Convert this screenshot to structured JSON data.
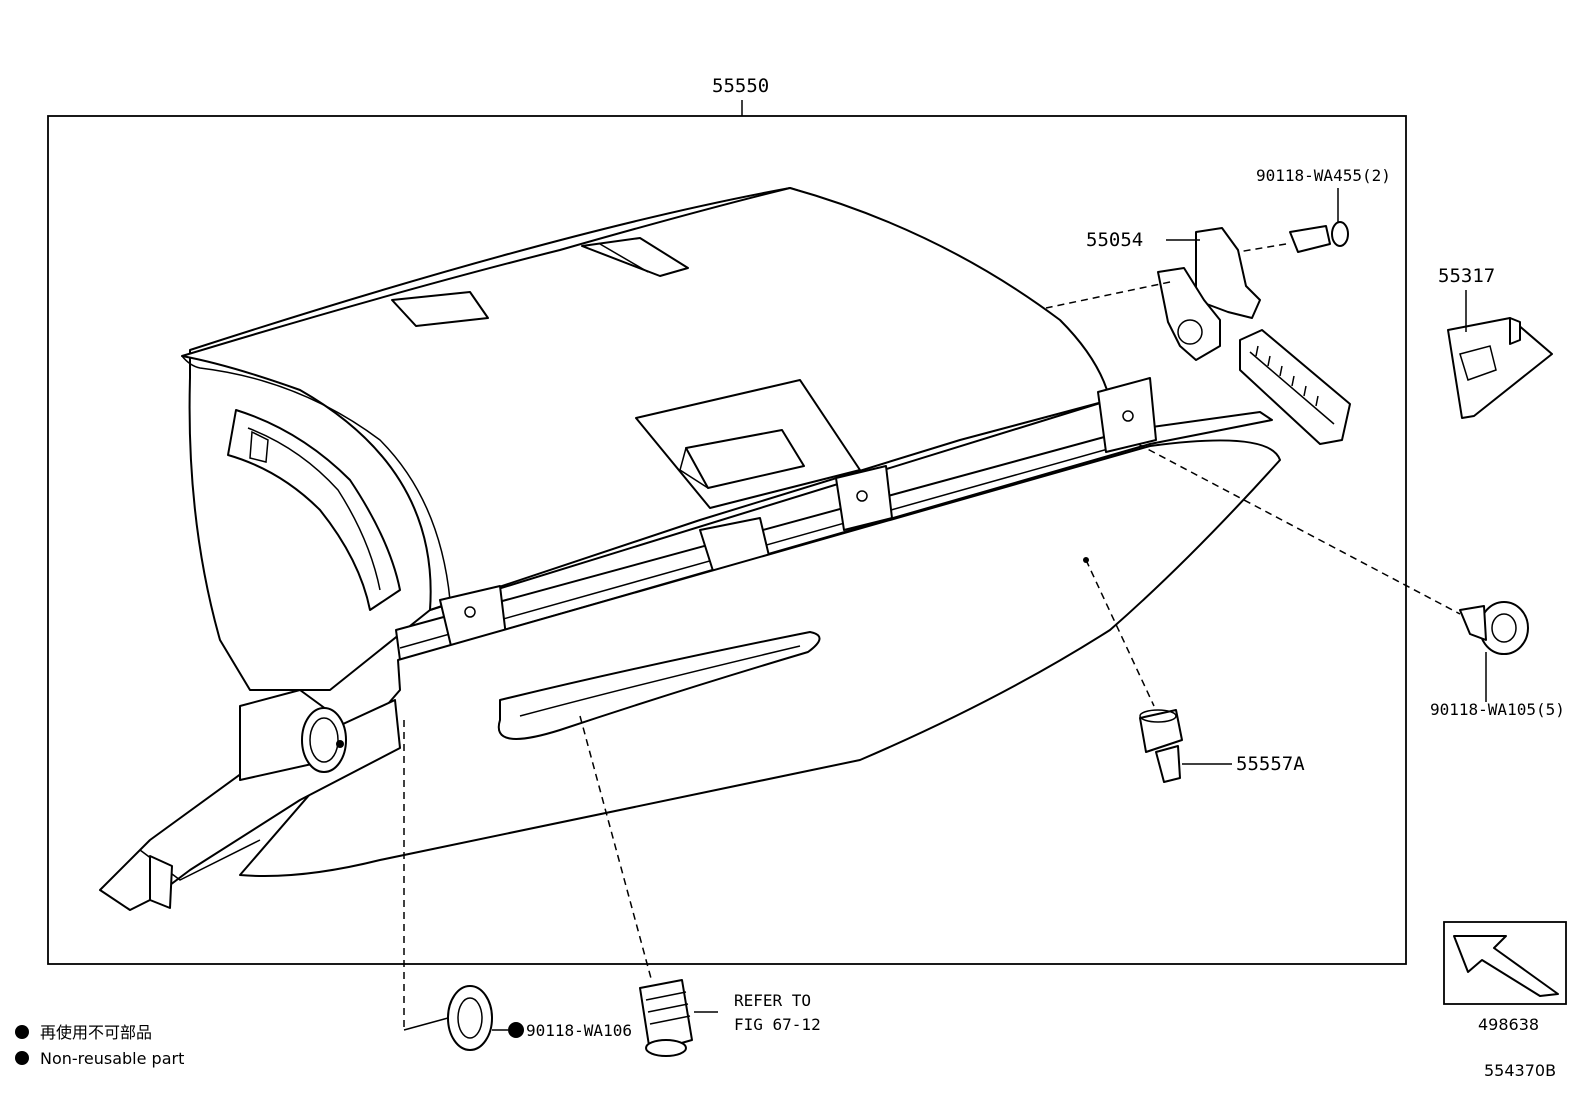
{
  "callouts": {
    "assembly": "55550",
    "lock": "55054",
    "clip_lock": "90118-WA455(2)",
    "cover": "55317",
    "clip_box": "90118-WA105(5)",
    "damper": "55557A",
    "clip_side": "90118-WA106",
    "refer_line1": "REFER TO",
    "refer_line2": "FIG 67-12",
    "ref_code": "498638",
    "figure_code": "554370B"
  },
  "legend": {
    "jp": "再使用不可部品",
    "en": "Non-reusable part"
  },
  "colors": {
    "line": "#000000",
    "paper": "#ffffff"
  }
}
